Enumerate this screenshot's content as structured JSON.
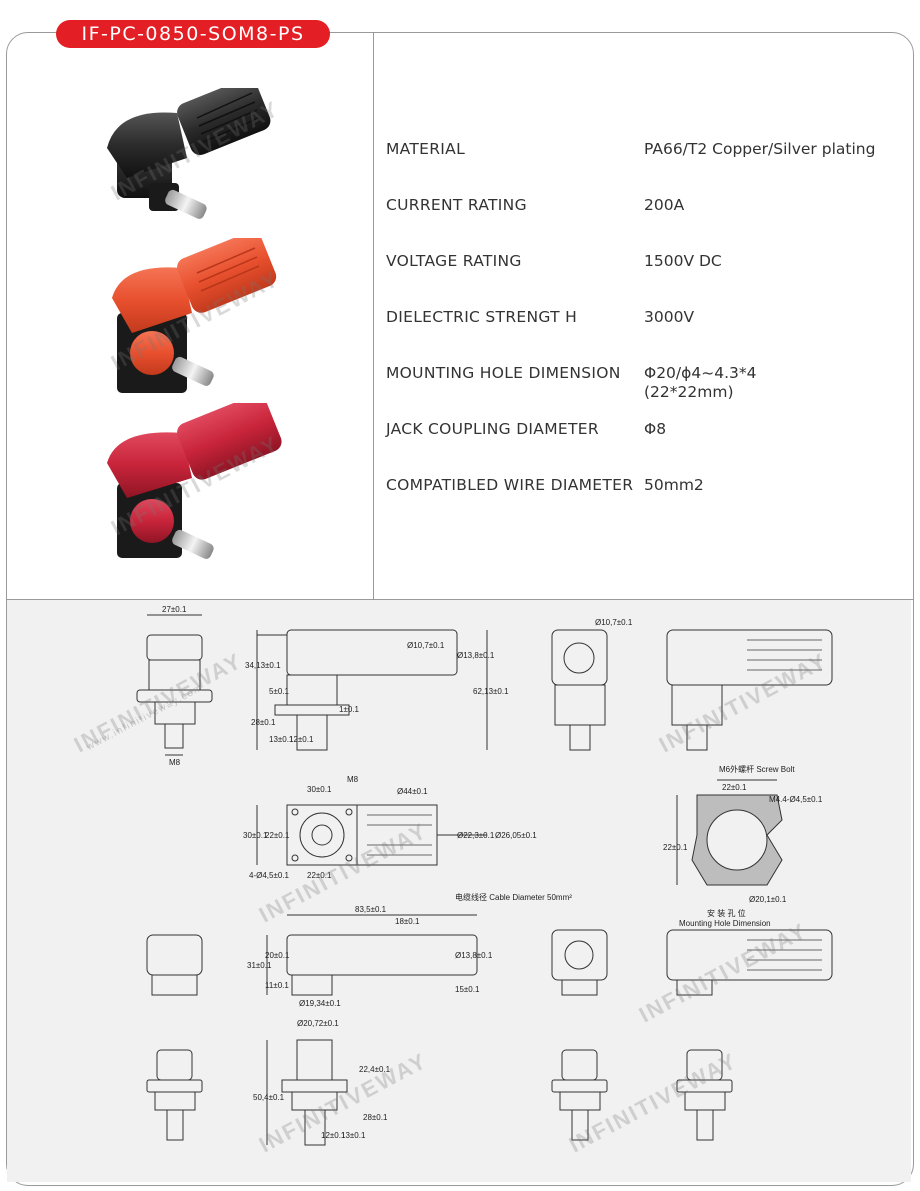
{
  "product_code": "IF-PC-0850-SOM8-PS",
  "specs": [
    {
      "label": "MATERIAL",
      "value": "PA66/T2 Copper/Silver plating"
    },
    {
      "label": "CURRENT RATING",
      "value": "200A"
    },
    {
      "label": "VOLTAGE RATING",
      "value": "1500V DC"
    },
    {
      "label": "DIELECTRIC STRENGT H",
      "value": "3000V"
    },
    {
      "label": "MOUNTING HOLE DIMENSION",
      "value": "Φ20/ϕ4~4.3*4",
      "value2": "(22*22mm)"
    },
    {
      "label": "JACK COUPLING DIAMETER",
      "value": "Φ8"
    },
    {
      "label": "COMPATIBLED WIRE DIAMETER",
      "value": "50mm2"
    }
  ],
  "watermark": {
    "brand": "INFINITIVEWAY",
    "site": "www.infinitiveway.com"
  },
  "product_colors": {
    "black": "#2b2b2b",
    "orange": "#e8502e",
    "red": "#c8243a"
  },
  "drawing": {
    "dims": {
      "d27": "27±0.1",
      "d34": "34,13±0.1",
      "d5": "5±0.1",
      "d28": "28±0.1",
      "d13": "13±0.1",
      "d12": "12±0.1",
      "d1": "1±0.1",
      "d13_8": "Ø13,8±0.1",
      "d10_7a": "Ø10,7±0.1",
      "d62": "62,13±0.1",
      "d10_7b": "Ø10,7±0.1",
      "m8": "M8",
      "d30top": "30±0.1",
      "m8b": "M8",
      "d44": "Ø44±0.1",
      "d30left": "30±0.1",
      "d22a": "22±0.1",
      "d22_3": "Ø22,3±0.1",
      "d26": "Ø26,05±0.1",
      "d4_45": "4-Ø4,5±0.1",
      "d22b": "22±0.1",
      "screw": "M6外螺杆 Screw Bolt",
      "d22c": "22±0.1",
      "m4": "M4.4-Ø4,5±0.1",
      "d22d": "22±0.1",
      "d20_1": "Ø20,1±0.1",
      "mount_cn": "安 装 孔 位",
      "mount_en": "Mounting Hole Dimension",
      "cable": "电缆线径 Cable Diameter 50mm²",
      "d83": "83,5±0.1",
      "d18": "18±0.1",
      "d20": "20±0.1",
      "d31": "31±0.1",
      "d11": "11±0.1",
      "d13_8b": "Ø13,8±0.1",
      "d15": "15±0.1",
      "d19_34": "Ø19,34±0.1",
      "d20_72": "Ø20,72±0.1",
      "d50": "50,4±0.1",
      "d22_4": "22,4±0.1",
      "d28b": "28±0.1",
      "d12b": "12±0.1",
      "d13b": "13±0.1"
    }
  }
}
